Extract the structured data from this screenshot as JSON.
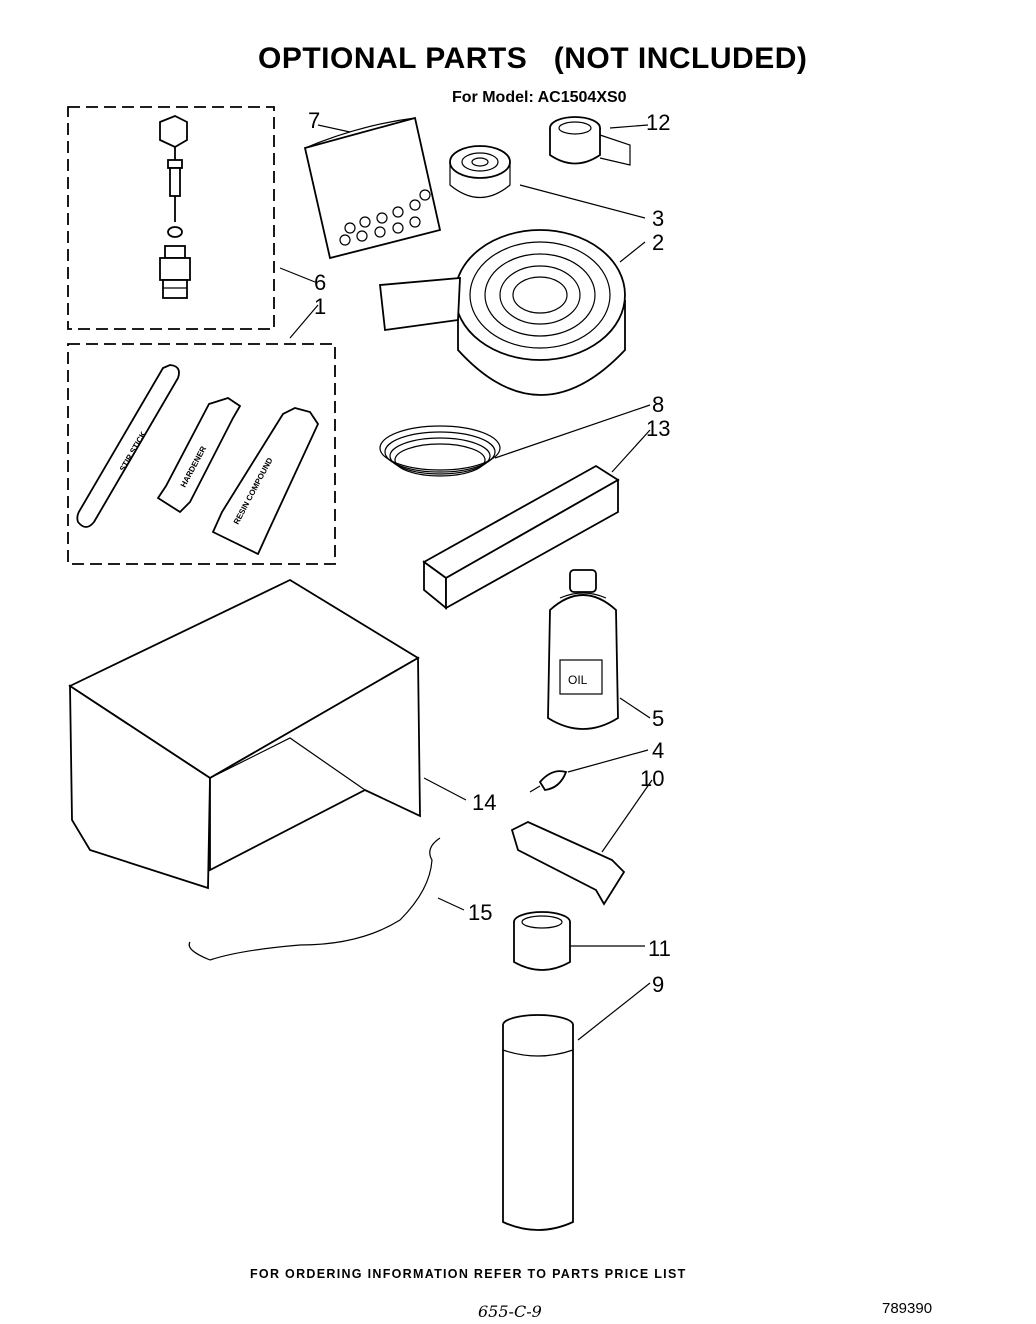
{
  "title": "OPTIONAL PARTS   (NOT INCLUDED)",
  "model_line": "For Model: AC1504XS0",
  "footer": "FOR ORDERING INFORMATION REFER TO PARTS PRICE LIST",
  "doc_number": "789390",
  "handwritten_note": "655-C-9",
  "part_callouts": {
    "c1": "1",
    "c2": "2",
    "c3": "3",
    "c4": "4",
    "c5": "5",
    "c6": "6",
    "c7": "7",
    "c8": "8",
    "c9": "9",
    "c10": "10",
    "c11": "11",
    "c12": "12",
    "c13": "13",
    "c14": "14",
    "c15": "15"
  },
  "labels": {
    "stir_stick": "STIR STICK",
    "hardener": "HARDENER",
    "resin": "RESIN COMPOUND",
    "oil": "OIL"
  }
}
